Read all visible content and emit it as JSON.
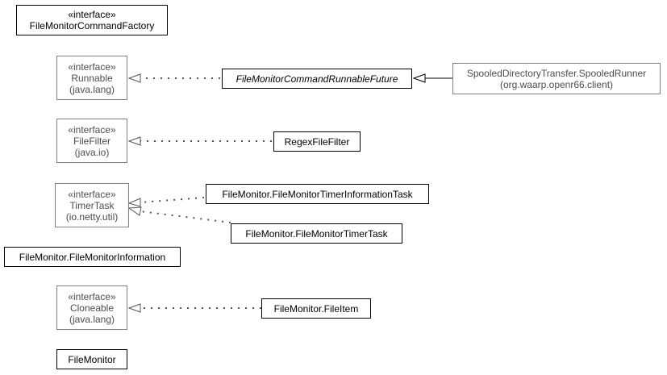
{
  "colors": {
    "local_border": "#000000",
    "external_border": "#808080",
    "external_text": "#4d4d4d",
    "edge": "#555555"
  },
  "nodes": {
    "file_monitor_command_factory": {
      "stereotype": "«interface»",
      "name": "FileMonitorCommandFactory"
    },
    "runnable": {
      "stereotype": "«interface»",
      "name": "Runnable",
      "package": "(java.lang)"
    },
    "file_monitor_command_runnable_future": {
      "name": "FileMonitorCommandRunnableFuture"
    },
    "spooled_runner": {
      "name": "SpooledDirectoryTransfer.SpooledRunner",
      "package": "(org.waarp.openr66.client)"
    },
    "file_filter": {
      "stereotype": "«interface»",
      "name": "FileFilter",
      "package": "(java.io)"
    },
    "regex_file_filter": {
      "name": "RegexFileFilter"
    },
    "timer_task": {
      "stereotype": "«interface»",
      "name": "TimerTask",
      "package": "(io.netty.util)"
    },
    "timer_information_task": {
      "name": "FileMonitor.FileMonitorTimerInformationTask"
    },
    "timer_task_impl": {
      "name": "FileMonitor.FileMonitorTimerTask"
    },
    "file_monitor_information": {
      "name": "FileMonitor.FileMonitorInformation"
    },
    "cloneable": {
      "stereotype": "«interface»",
      "name": "Cloneable",
      "package": "(java.lang)"
    },
    "file_item": {
      "name": "FileMonitor.FileItem"
    },
    "file_monitor": {
      "name": "FileMonitor"
    }
  },
  "edges": [
    {
      "from": "file_monitor_command_runnable_future",
      "to": "runnable",
      "kind": "realization"
    },
    {
      "from": "spooled_runner",
      "to": "file_monitor_command_runnable_future",
      "kind": "generalization"
    },
    {
      "from": "regex_file_filter",
      "to": "file_filter",
      "kind": "realization"
    },
    {
      "from": "timer_information_task",
      "to": "timer_task",
      "kind": "realization"
    },
    {
      "from": "timer_task_impl",
      "to": "timer_task",
      "kind": "realization"
    },
    {
      "from": "file_item",
      "to": "cloneable",
      "kind": "realization"
    }
  ]
}
